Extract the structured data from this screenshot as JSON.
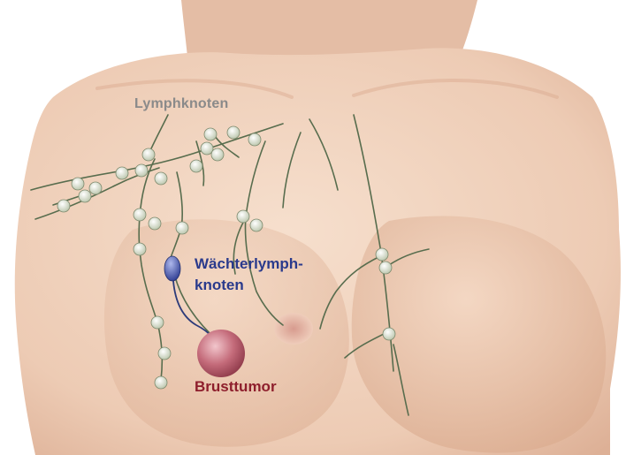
{
  "labels": {
    "lymph_nodes": "Lymphknoten",
    "sentinel_line1": "Wächterlymph-",
    "sentinel_line2": "knoten",
    "tumor": "Brusttumor"
  },
  "colors": {
    "skin": "#efd2bd",
    "skin_shadow": "#dcae92",
    "vessel": "#586d4e",
    "node": "#e8ecde",
    "sentinel_node": "#3f4fa8",
    "tumor": "#c46b7a",
    "lymph_label": "#8a8a8a",
    "sentinel_label": "#2a3a8c",
    "tumor_label": "#8e1e2c"
  }
}
